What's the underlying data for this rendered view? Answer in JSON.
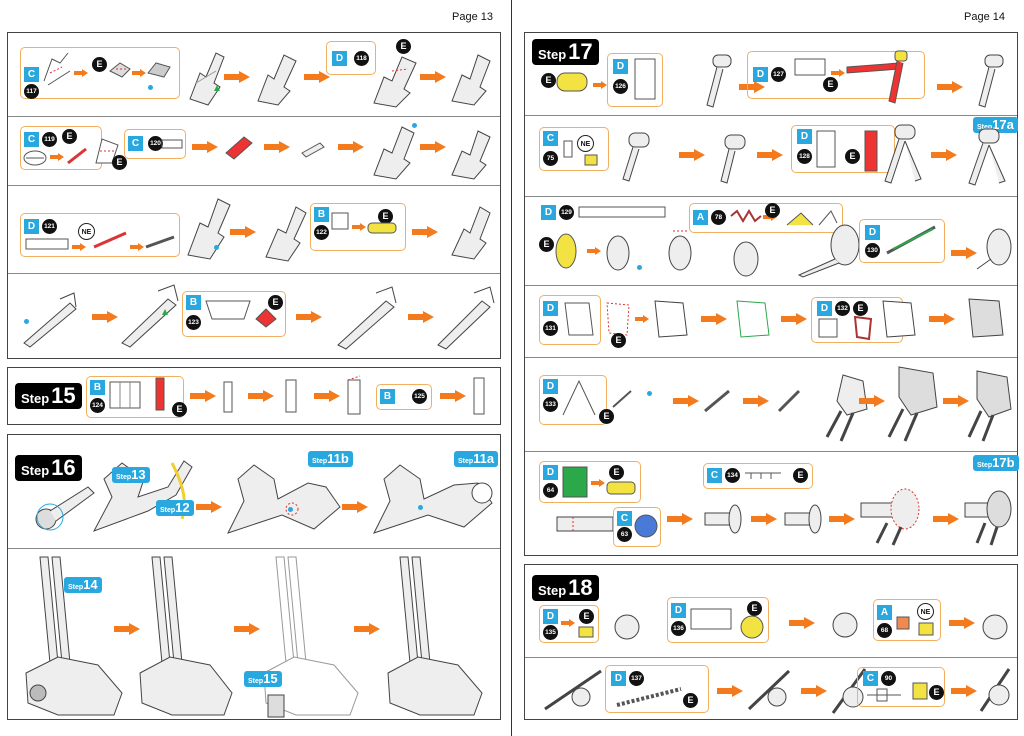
{
  "left_page": {
    "page_label": "Page 13",
    "steps": [
      {
        "word": "Step",
        "number": "15"
      },
      {
        "word": "Step",
        "number": "16"
      }
    ],
    "callouts": {
      "r1_sheet": "C",
      "r1_part": "117",
      "r1_erase": "E",
      "r1b_sheet": "D",
      "r1b_part": "118",
      "r1b_erase": "E",
      "r2_sheet": "C",
      "r2_part": "119",
      "r2_erase1": "E",
      "r2_erase2": "E",
      "r2b_sheet": "C",
      "r2b_part": "120",
      "r3_sheet": "D",
      "r3_part": "121",
      "r3_ne": "NE",
      "r3b_sheet": "B",
      "r3b_part": "122",
      "r3b_erase": "E",
      "r4_sheet": "B",
      "r4_part": "123",
      "r4_erase": "E",
      "s15_sheet": "B",
      "s15_part": "124",
      "s15_erase": "E",
      "s15b_sheet": "B",
      "s15b_part": "125"
    },
    "step_refs": [
      {
        "word": "Step",
        "number": "13"
      },
      {
        "word": "Step",
        "number": "12"
      },
      {
        "word": "Step",
        "number": "11b"
      },
      {
        "word": "Step",
        "number": "11a"
      },
      {
        "word": "Step",
        "number": "14"
      },
      {
        "word": "Step",
        "number": "15"
      }
    ]
  },
  "right_page": {
    "page_label": "Page 14",
    "steps": [
      {
        "word": "Step",
        "number": "17"
      },
      {
        "word": "Step",
        "number": "18"
      }
    ],
    "callouts": {
      "r1_erase": "E",
      "r1_sheet": "D",
      "r1_part": "126",
      "r1b_sheet": "D",
      "r1b_part": "127",
      "r1b_erase": "E",
      "r2_sheet": "C",
      "r2_part": "75",
      "r2_ne": "NE",
      "r2b_sheet": "D",
      "r2b_part": "128",
      "r2b_erase": "E",
      "r3_sheet": "D",
      "r3_part": "129",
      "r3_erase": "E",
      "r3b_sheet": "A",
      "r3b_part": "78",
      "r3b_erase": "E",
      "r3c_sheet": "D",
      "r3c_part": "130",
      "r4_sheet": "D",
      "r4_part": "131",
      "r4_erase": "E",
      "r4b_sheet": "D",
      "r4b_part": "132",
      "r4b_erase": "E",
      "r5_sheet": "D",
      "r5_part": "133",
      "r5_erase": "E",
      "r6_sheet": "D",
      "r6_part": "64",
      "r6_erase": "E",
      "r6b_sheet": "C",
      "r6b_part": "63",
      "r6c_sheet": "C",
      "r6c_part": "134",
      "r6c_erase": "E",
      "s18_sheet": "D",
      "s18_part": "135",
      "s18_erase": "E",
      "s18b_sheet": "D",
      "s18b_part": "136",
      "s18b_erase": "E",
      "s18c_sheet": "A",
      "s18c_part": "68",
      "s18c_ne": "NE",
      "s18d_sheet": "D",
      "s18d_part": "137",
      "s18d_erase": "E",
      "s18e_sheet": "C",
      "s18e_part": "90",
      "s18e_erase": "E"
    },
    "step_refs": [
      {
        "word": "Step",
        "number": "17a"
      },
      {
        "word": "Step",
        "number": "17b"
      }
    ]
  }
}
